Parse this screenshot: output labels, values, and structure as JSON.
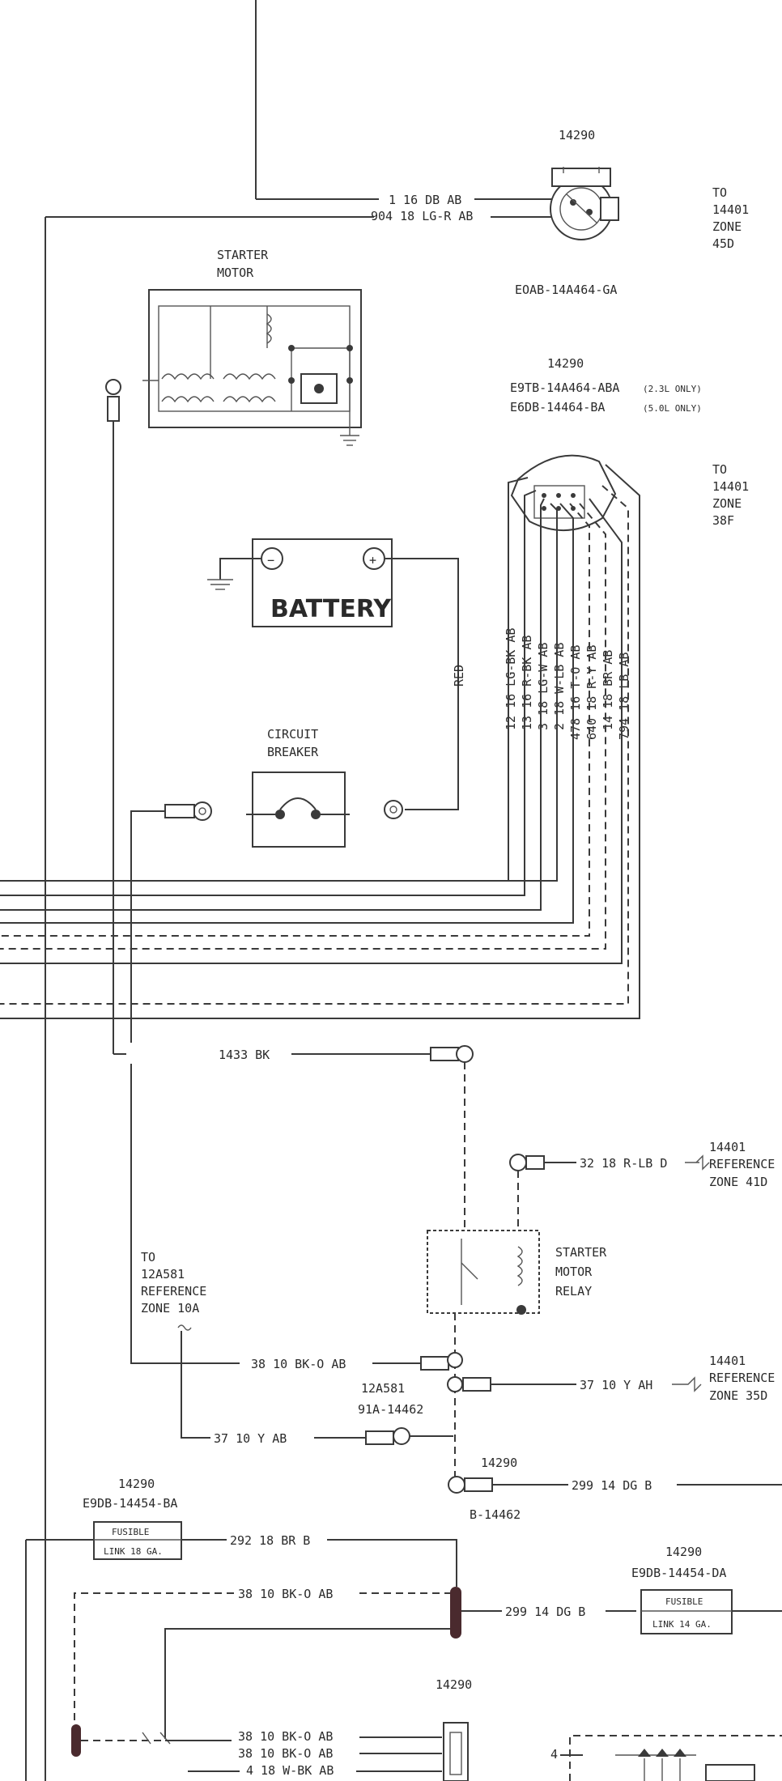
{
  "diagram": {
    "top_connector": {
      "id": "14290",
      "part": "EOAB-14A464-GA",
      "wire1": "1  16 DB AB",
      "wire2": "904 18 LG-R AB",
      "to": [
        "TO",
        "14401",
        "ZONE",
        "45D"
      ]
    },
    "starter_motor": {
      "line1": "STARTER",
      "line2": "MOTOR"
    },
    "mid_connector": {
      "id": "14290",
      "part1": "E9TB-14A464-ABA",
      "part1_note": "(2.3L ONLY)",
      "part2": "E6DB-14464-BA",
      "part2_note": "(5.0L ONLY)",
      "to": [
        "TO",
        "14401",
        "ZONE",
        "38F"
      ],
      "wires": [
        "12 16 LG-BK AB",
        "13 16 R-BK AB",
        "3 18 LG-W AB",
        "2 18 W-LB AB",
        "478 16 T-O AB",
        "640 18 R-Y AB",
        "14 18 BR AB",
        "794 18 LB AB"
      ]
    },
    "battery": {
      "label": "BATTERY",
      "minus": "−",
      "plus": "+",
      "cable": "RED"
    },
    "circuit_breaker": {
      "line1": "CIRCUIT",
      "line2": "BREAKER"
    },
    "ground_wire": "1433 BK",
    "relay_input": {
      "wire": "32 18 R-LB D",
      "ref": [
        "14401",
        "REFERENCE",
        "ZONE 41D"
      ]
    },
    "starter_relay": {
      "line1": "STARTER",
      "line2": "MOTOR",
      "line3": "RELAY"
    },
    "left_ref": [
      "TO",
      "12A581",
      "REFERENCE",
      "ZONE 10A"
    ],
    "wire_38": "38 10 BK-O AB",
    "wire_37_right": "37 10 Y AH",
    "ref_35d": [
      "14401",
      "REFERENCE",
      "ZONE 35D"
    ],
    "splice_label": [
      "12A581",
      "91A-14462"
    ],
    "wire_37_left": "37 10 Y AB",
    "conn_14290_low": "14290",
    "wire_299": "299 14 DG B",
    "b_label": "B-14462",
    "fusible_left": {
      "id": "14290",
      "part": "E9DB-14454-BA",
      "line1": "FUSIBLE",
      "line2": "LINK 18 GA."
    },
    "wire_292": "292 18 BR B",
    "wire_38_dash": "38 10 BK-O AB",
    "wire_299_b": "299 14 DG B",
    "fusible_right": {
      "id": "14290",
      "part": "E9DB-14454-DA",
      "line1": "FUSIBLE",
      "line2": "LINK 14 GA."
    },
    "bottom_connector": {
      "id": "14290",
      "wires": [
        "38 10 BK-O AB",
        "38 10 BK-O AB",
        "4 18 W-BK AB"
      ]
    },
    "bottom_pin": "4"
  }
}
